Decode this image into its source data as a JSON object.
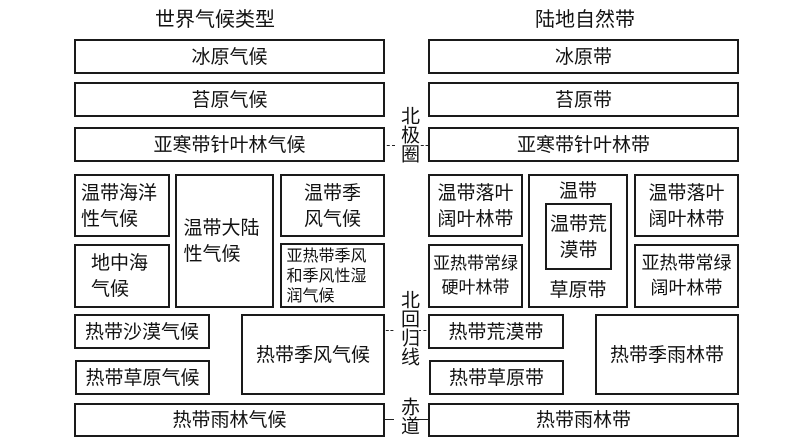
{
  "titles": {
    "left": "世界气候类型",
    "right": "陆地自然带"
  },
  "latitude_labels": {
    "arctic_circle": "北极圈",
    "tropic_of_cancer": "北回归线",
    "equator": "赤道"
  },
  "climate_types": {
    "ice_cap": "冰原气候",
    "tundra": "苔原气候",
    "subarctic": "亚寒带针叶林气候",
    "temperate_maritime": "温带海洋性气候",
    "temperate_continental": "温带大陆性气候",
    "temperate_monsoon": "温带季风气候",
    "mediterranean": "地中海气候",
    "subtropical_monsoon_humid": "亚热带季风和季风性湿润气候",
    "tropical_desert": "热带沙漠气候",
    "tropical_savanna": "热带草原气候",
    "tropical_monsoon": "热带季风气候",
    "tropical_rainforest": "热带雨林气候"
  },
  "natural_zones": {
    "ice_cap": "冰原带",
    "tundra": "苔原带",
    "taiga": "亚寒带针叶林带",
    "temperate_deciduous_left": "温带落叶阔叶林带",
    "temperate_grassland_top": "温带",
    "temperate_grassland_bottom": "草原带",
    "temperate_desert": "温带荒漠带",
    "temperate_deciduous_right": "温带落叶阔叶林带",
    "subtropical_sclerophyll": "亚热带常绿硬叶林带",
    "subtropical_evergreen_broadleaf": "亚热带常绿阔叶林带",
    "tropical_desert": "热带荒漠带",
    "tropical_savanna": "热带草原带",
    "tropical_monsoon_forest": "热带季雨林带",
    "tropical_rainforest": "热带雨林带"
  }
}
